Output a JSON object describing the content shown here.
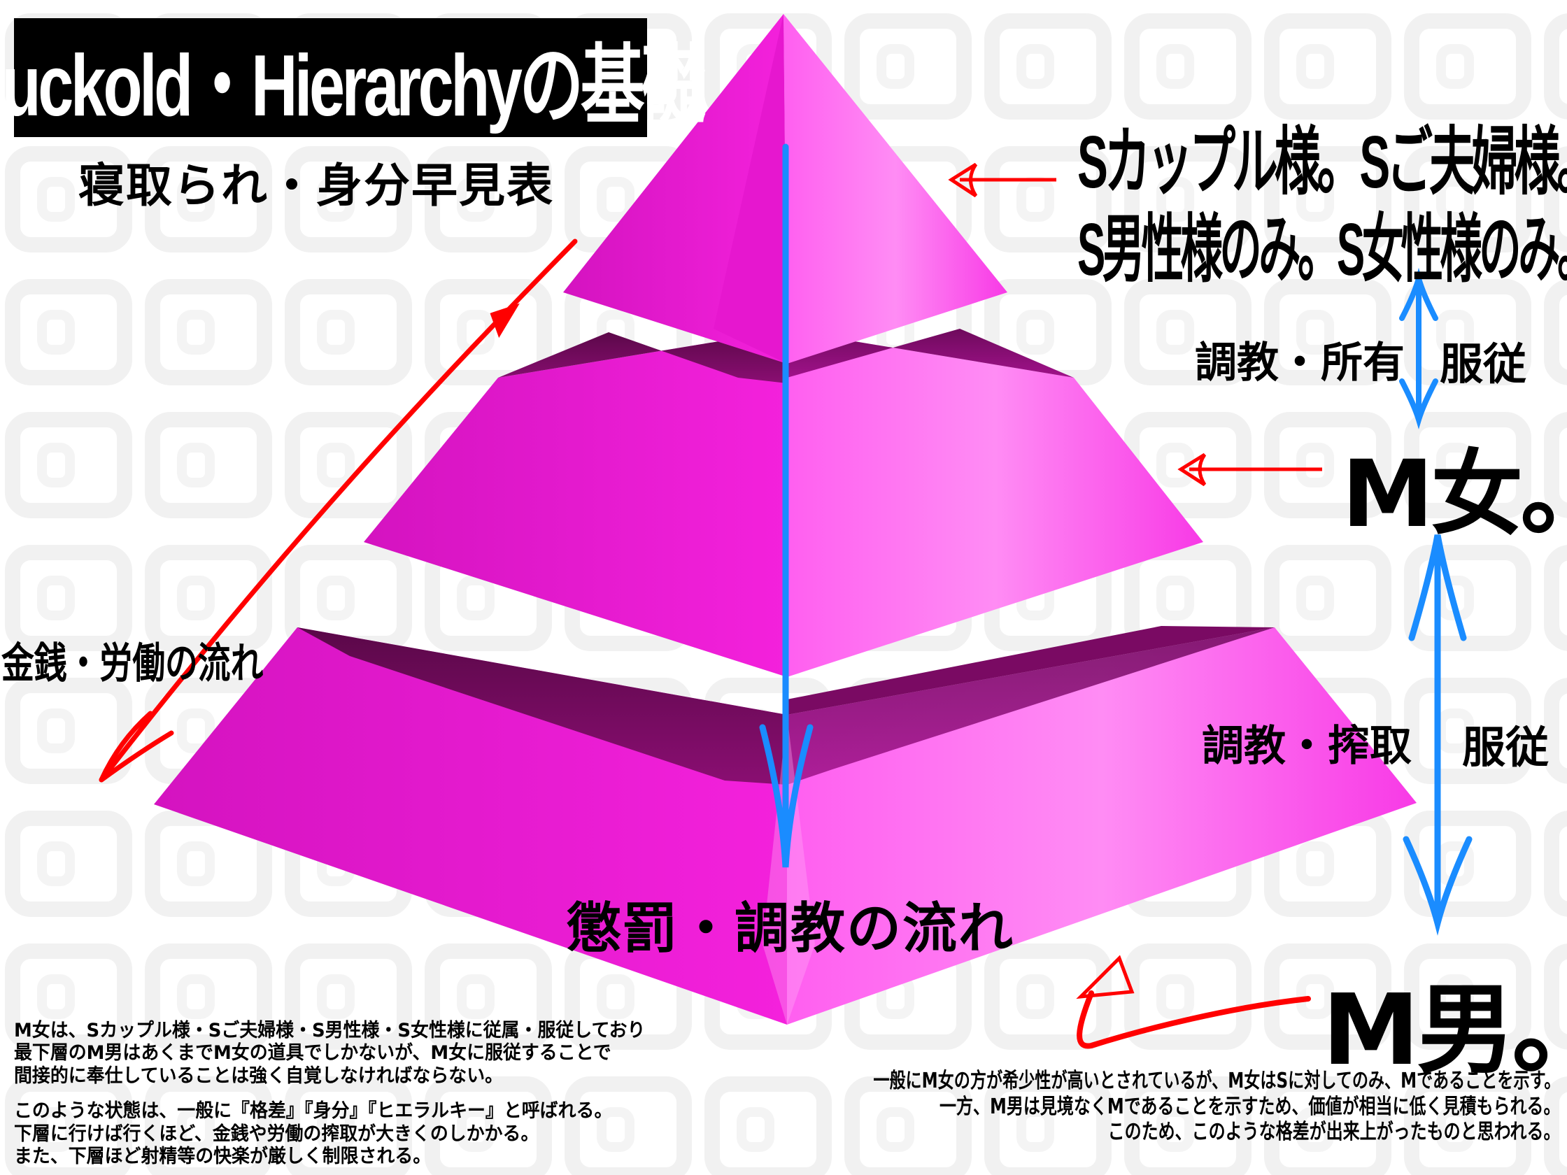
{
  "title": "Cuckold・Hierarchyの基礎",
  "subtitle": "寝取られ・身分早見表",
  "tiers": {
    "top": {
      "line1": "Sカップル様。Sご夫婦様。",
      "line2": "S男性様のみ。S女性様のみ。"
    },
    "middle": "M女。",
    "bottom": "M男。"
  },
  "relations": {
    "upper_left": "調教・所有",
    "upper_right": "服従",
    "lower_left": "調教・搾取",
    "lower_right": "服従"
  },
  "flows": {
    "money": "金銭・労働の流れ",
    "punishment": "懲罰・調教の流れ"
  },
  "notes_left": {
    "para1": [
      "M女は、Sカップル様・Sご夫婦様・S男性様・S女性様に従属・服従しており",
      "最下層のM男はあくまでM女の道具でしかないが、M女に服従することで",
      "間接的に奉仕していることは強く自覚しなければならない。"
    ],
    "para2": [
      "このような状態は、一般に『格差』『身分』『ヒエラルキー』と呼ばれる。",
      "下層に行けば行くほど、金銭や労働の搾取が大きくのしかかる。",
      "また、下層ほど射精等の快楽が厳しく制限される。"
    ]
  },
  "notes_right": [
    "一般にM女の方が希少性が高いとされているが、M女はSに対してのみ、Mであることを示す。",
    "一方、M男は見境なくMであることを示すため、価値が相当に低く見積もられる。",
    "このため、このような格差が出来上がったものと思われる。"
  ],
  "colors": {
    "pyramid": "#f01ad8",
    "pyramid_dark": "#6a0a55",
    "blue_arrow": "#1a8cff",
    "red_arrow": "#ff0000"
  }
}
